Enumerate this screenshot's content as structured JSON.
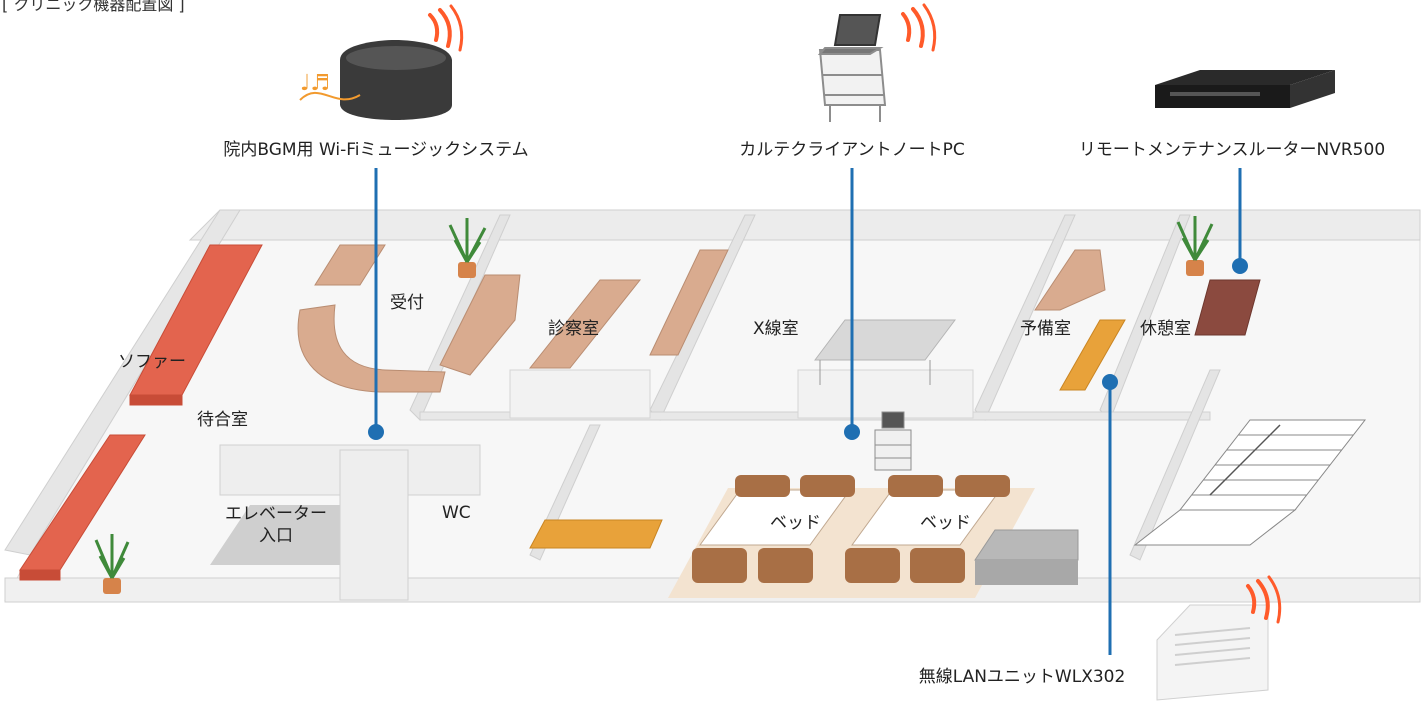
{
  "title": "[ クリニック機器配置図 ]",
  "devices": {
    "bgm": "院内BGM用 Wi-Fiミュージックシステム",
    "pc": "カルテクライアントノートPC",
    "router": "リモートメンテナンスルーターNVR500",
    "ap": "無線LANユニットWLX302"
  },
  "rooms": {
    "reception": "受付",
    "exam": "診察室",
    "xray": "X線室",
    "spare": "予備室",
    "rest": "休憩室",
    "sofa": "ソファー",
    "waiting": "待合室",
    "elevator": "エレベーター\n入口",
    "wc": "WC",
    "bed1": "ベッド",
    "bed2": "ベッド"
  },
  "colors": {
    "line": "#1f6fb2",
    "wifi": "#ff5a2a",
    "sofa": "#e3644e",
    "desk": "#d9ab8f",
    "bench": "#e8a23a",
    "wall": "#ececec",
    "floor": "#f7f7f7"
  }
}
